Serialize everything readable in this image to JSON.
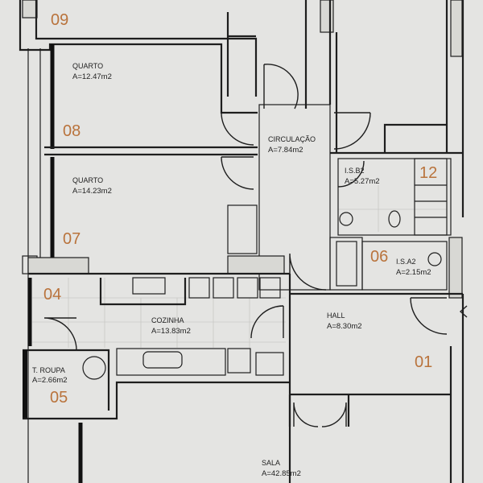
{
  "rooms": [
    {
      "id": "09",
      "name": "",
      "area": ""
    },
    {
      "id": "08",
      "name": "QUARTO",
      "area": "A=12.47m2"
    },
    {
      "id": "07",
      "name": "QUARTO",
      "area": "A=14.23m2"
    },
    {
      "id": "circ",
      "name": "CIRCULAÇÃO",
      "area": "A=7.84m2"
    },
    {
      "id": "12",
      "name": "I.S.B2",
      "area": "A=5.27m2"
    },
    {
      "id": "06",
      "name": "I.S.A2",
      "area": "A=2.15m2"
    },
    {
      "id": "04",
      "name": "COZINHA",
      "area": "A=13.83m2"
    },
    {
      "id": "hall",
      "name": "HALL",
      "area": "A=8.30m2"
    },
    {
      "id": "05",
      "name": "T. ROUPA",
      "area": "A=2.66m2"
    },
    {
      "id": "sala",
      "name": "SALA",
      "area": "A=42.85m2"
    }
  ],
  "numbers": {
    "n09": "09",
    "n08": "08",
    "n07": "07",
    "n04": "04",
    "n05": "05",
    "n06": "06",
    "n01": "01",
    "n12": "12"
  },
  "colors": {
    "background": "#e4e4e2",
    "walls": "#1e1e1e",
    "room_number": "#b9733c"
  }
}
